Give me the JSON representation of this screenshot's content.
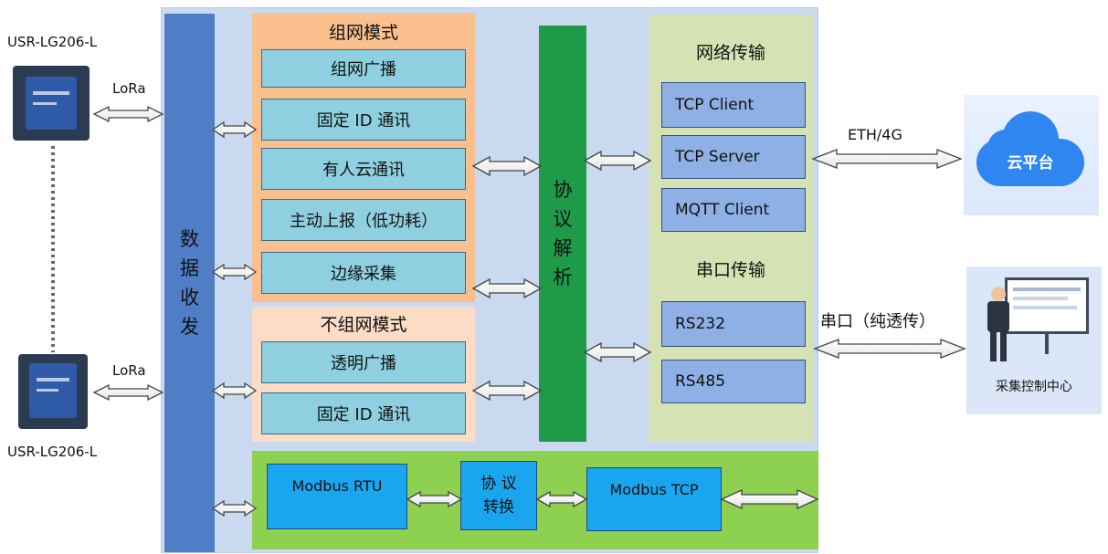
{
  "devices": {
    "top_label": "USR-LG206-L",
    "bottom_label": "USR-LG206-L",
    "top_link_label": "LoRa",
    "bottom_link_label": "LoRa"
  },
  "transceiver": {
    "chars": [
      "数",
      "据",
      "收",
      "发"
    ]
  },
  "networking_mode": {
    "title": "组网模式",
    "items": [
      "组网广播",
      "固定 ID 通讯",
      "有人云通讯",
      "主动上报（低功耗）",
      "边缘采集"
    ]
  },
  "non_networking_mode": {
    "title": "不组网模式",
    "items": [
      "透明广播",
      "固定 ID 通讯"
    ]
  },
  "protocol_parse": {
    "chars": [
      "协",
      "议",
      "解",
      "析"
    ]
  },
  "network_transfer": {
    "title": "网络传输",
    "items": [
      "TCP Client",
      "TCP Server",
      "MQTT Client"
    ]
  },
  "serial_transfer": {
    "title": "串口传输",
    "items": [
      "RS232",
      "RS485"
    ]
  },
  "bottom_row": {
    "rtu": "Modbus RTU",
    "convert_line1": "协 议",
    "convert_line2": "转换",
    "tcp": "Modbus TCP"
  },
  "right": {
    "eth_label": "ETH/4G",
    "cloud_label": "云平台",
    "serial_label": "串口（纯透传）",
    "center_label": "采集控制中心"
  }
}
